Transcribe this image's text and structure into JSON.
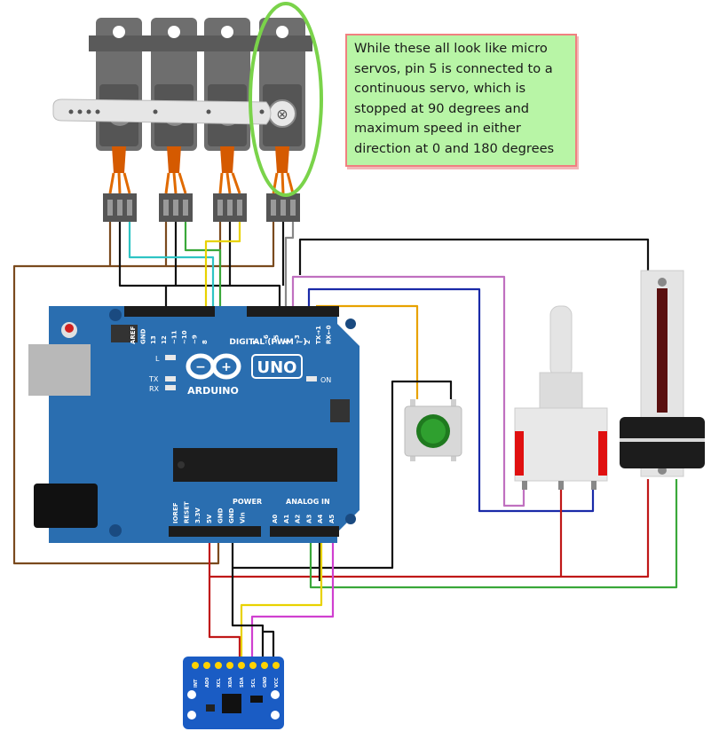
{
  "note": {
    "lines": [
      "While these all look like micro",
      "servos, pin 5 is connected to a",
      "continuous servo, which is",
      "stopped at 90 degrees and",
      "maximum speed in either",
      "direction at 0 and 180 degrees"
    ]
  },
  "arduino": {
    "model_logo": "UNO",
    "brand": "ARDUINO",
    "digital_header_label": "DIGITAL (PWM ~)",
    "power_label": "POWER",
    "analog_label": "ANALOG IN",
    "led_l": "L",
    "led_tx": "TX",
    "led_rx": "RX",
    "led_on": "ON",
    "top_pins": [
      "AREF",
      "GND",
      "13",
      "12",
      "~11",
      "~10",
      "~9",
      "8",
      "7",
      "~6",
      "~5",
      "4",
      "~3",
      "2",
      "TX→1",
      "RX←0"
    ],
    "power_pins": [
      "IOREF",
      "RESET",
      "3.3V",
      "5V",
      "GND",
      "GND",
      "Vin"
    ],
    "analog_pins": [
      "A0",
      "A1",
      "A2",
      "A3",
      "A4",
      "A5"
    ]
  },
  "sensor": {
    "pins": [
      "INT",
      "AD0",
      "XCL",
      "XDA",
      "SDA",
      "SCL",
      "GND",
      "VCC"
    ]
  },
  "colors": {
    "brown": "#7a4a1e",
    "black": "#111111",
    "cyan": "#2ec4c4",
    "green": "#3aa83a",
    "yellow": "#e8d200",
    "orange": "#e8a200",
    "violet": "#c070c0",
    "blue": "#1a2aa8",
    "red": "#c01818",
    "board": "#2a6eb0",
    "servo_wire": "#f07a00",
    "highlight": "#7ad34a"
  }
}
